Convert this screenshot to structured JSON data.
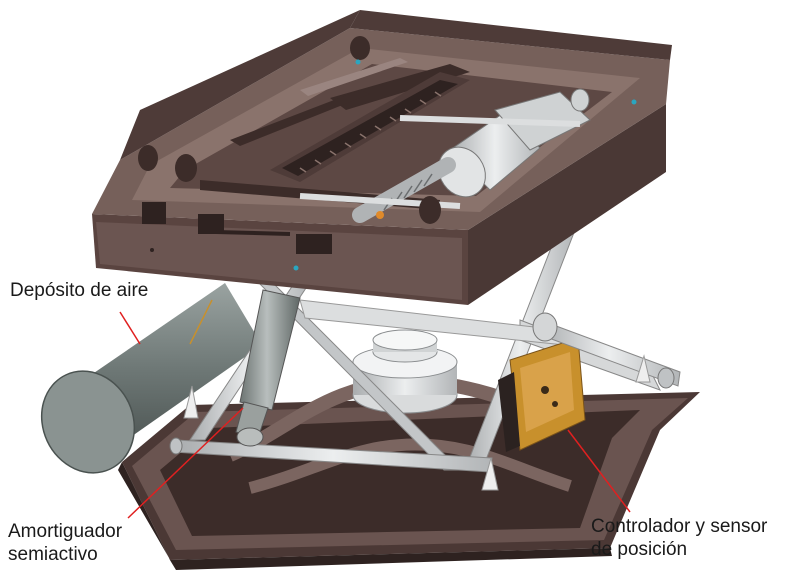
{
  "labels": {
    "air_tank": "Depósito de aire",
    "damper_line1": "Amortiguador",
    "damper_line2": "semiactivo",
    "controller_line1": "Controlador y sensor",
    "controller_line2": "de posición"
  },
  "colors": {
    "frame": "#5a4440",
    "frame_dark": "#3c2c29",
    "frame_light": "#76605a",
    "steel": "#cfd1d3",
    "tank": "#6e7876",
    "pcb": "#c8902c",
    "leader": "#e02020"
  }
}
